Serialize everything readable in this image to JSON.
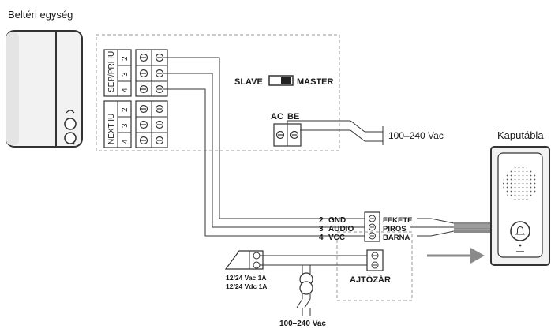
{
  "labels": {
    "indoor_unit": "Beltéri egység",
    "door_panel": "Kaputábla",
    "terminal_a": [
      "SEP/PRI IU",
      "2",
      "3",
      "4"
    ],
    "terminal_b": [
      "NEXT IU",
      "2",
      "3",
      "4"
    ],
    "slave": "SLAVE",
    "master": "MASTER",
    "ac": "AC",
    "be": "BE",
    "mains_main": "100–240 Vac",
    "wires": [
      {
        "num": "2",
        "name": "GND",
        "color": "FEKETE"
      },
      {
        "num": "3",
        "name": "AUDIO",
        "color": "PIROS"
      },
      {
        "num": "4",
        "name": "VCC",
        "color": "BARNA"
      }
    ],
    "lock_supply_ac": "12/24 Vac 1A",
    "lock_supply_dc": "12/24 Vdc 1A",
    "lock": "AJTÓZÁR",
    "mains_transformer": "100–240 Vac"
  },
  "colors": {
    "device_fill": "#f2f2f2",
    "device_stroke": "#333333",
    "dashed": "#9a9a9a",
    "arrow": "#8a8a8a"
  }
}
